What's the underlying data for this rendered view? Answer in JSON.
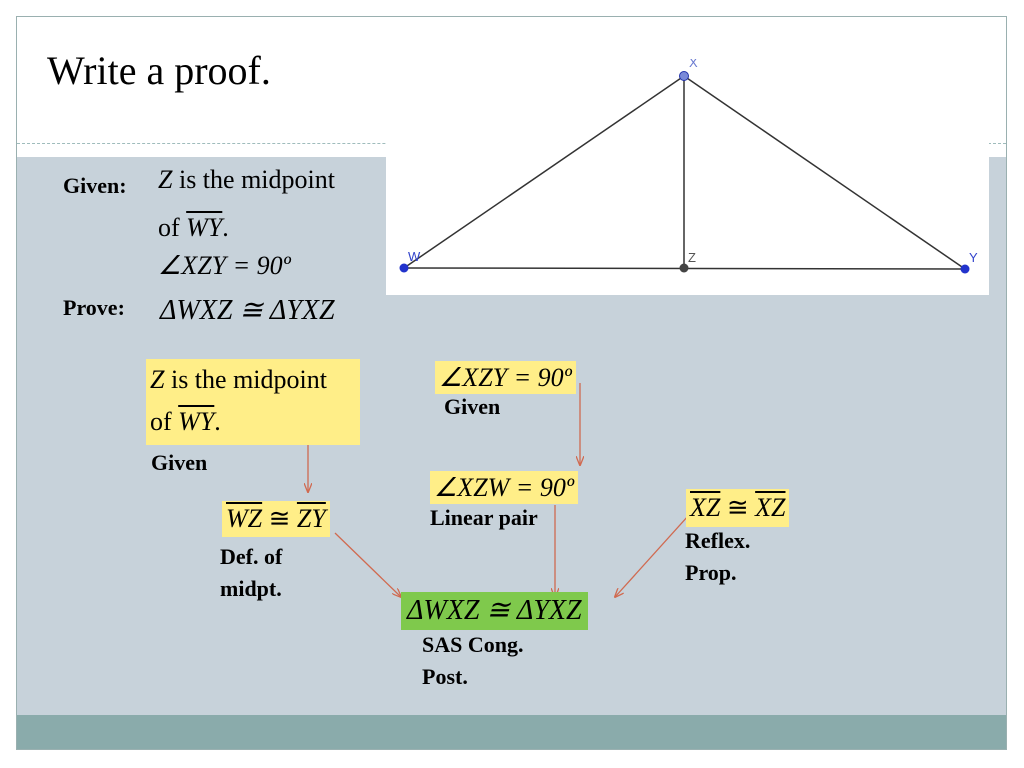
{
  "title": "Write a proof.",
  "given": {
    "label": "Given:",
    "line1_var": "Z",
    "line1_text": " is the midpoint",
    "line2_prefix": "of ",
    "line2_seg": "WY",
    "line2_suffix": ".",
    "line3": "∠XZY = 90º"
  },
  "prove": {
    "label": "Prove:",
    "statement": "ΔWXZ ≅ ΔYXZ"
  },
  "figure": {
    "vertices": {
      "x": "X",
      "w": "W",
      "z": "Z",
      "y": "Y"
    }
  },
  "flow": {
    "box_midpoint": {
      "line1_var": "Z",
      "line1_text": " is the midpoint",
      "line2_prefix": "of ",
      "line2_seg": "WY",
      "line2_suffix": ".",
      "reason": "Given"
    },
    "box_right_angle": {
      "statement": "∠XZY = 90º",
      "reason": "Given"
    },
    "box_linear_pair": {
      "statement": "∠XZW = 90º",
      "reason": "Linear pair"
    },
    "box_wz_zy": {
      "seg1": "WZ",
      "cong": " ≅ ",
      "seg2": "ZY",
      "reason_line1": "Def. of",
      "reason_line2": "midpt."
    },
    "box_reflexive": {
      "seg1": "XZ",
      "cong": " ≅ ",
      "seg2": "XZ",
      "reason_line1": "Reflex.",
      "reason_line2": "Prop."
    },
    "box_conclusion": {
      "statement": "ΔWXZ ≅ ΔYXZ",
      "reason_line1": "SAS Cong.",
      "reason_line2": "Post."
    }
  },
  "colors": {
    "panel": "#c7d2da",
    "footer": "#8aabab",
    "highlight_yellow": "#ffee88",
    "highlight_green": "#7fc94c",
    "arrow": "#d06a50",
    "point": "#2233cc"
  }
}
